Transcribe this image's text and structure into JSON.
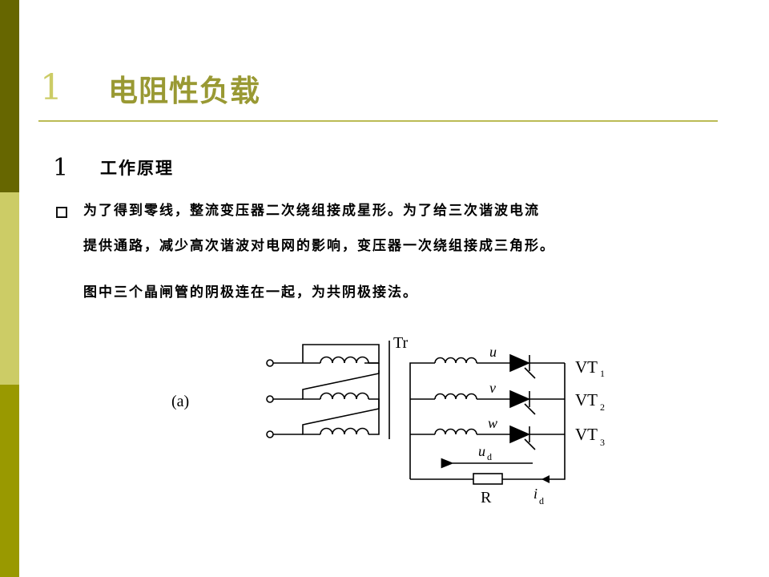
{
  "slide": {
    "title_number": "1",
    "title": "电阻性负载",
    "section_number": "1",
    "section_title": "工作原理",
    "bullet_line1": "为了得到零线，整流变压器二次绕组接成星形。为了给三次谐波电流",
    "bullet_line2": "提供通路，减少高次谐波对电网的影响，变压器一次绕组接成三角形。",
    "paragraph": "图中三个晶闸管的阴极连在一起，为共阴极接法。"
  },
  "diagram": {
    "figure_label": "(a)",
    "transformer_label": "Tr",
    "phase_labels": [
      "u",
      "v",
      "w"
    ],
    "thyristors": [
      {
        "base": "VT",
        "sub": "1"
      },
      {
        "base": "VT",
        "sub": "2"
      },
      {
        "base": "VT",
        "sub": "3"
      }
    ],
    "voltage_label": {
      "base": "u",
      "sub": "d"
    },
    "current_label": {
      "base": "i",
      "sub": "d"
    },
    "resistor_label": "R",
    "colors": {
      "stripe_dark": "#666600",
      "stripe_light": "#cccc66",
      "stripe_mid": "#999900",
      "title": "#999933"
    }
  }
}
